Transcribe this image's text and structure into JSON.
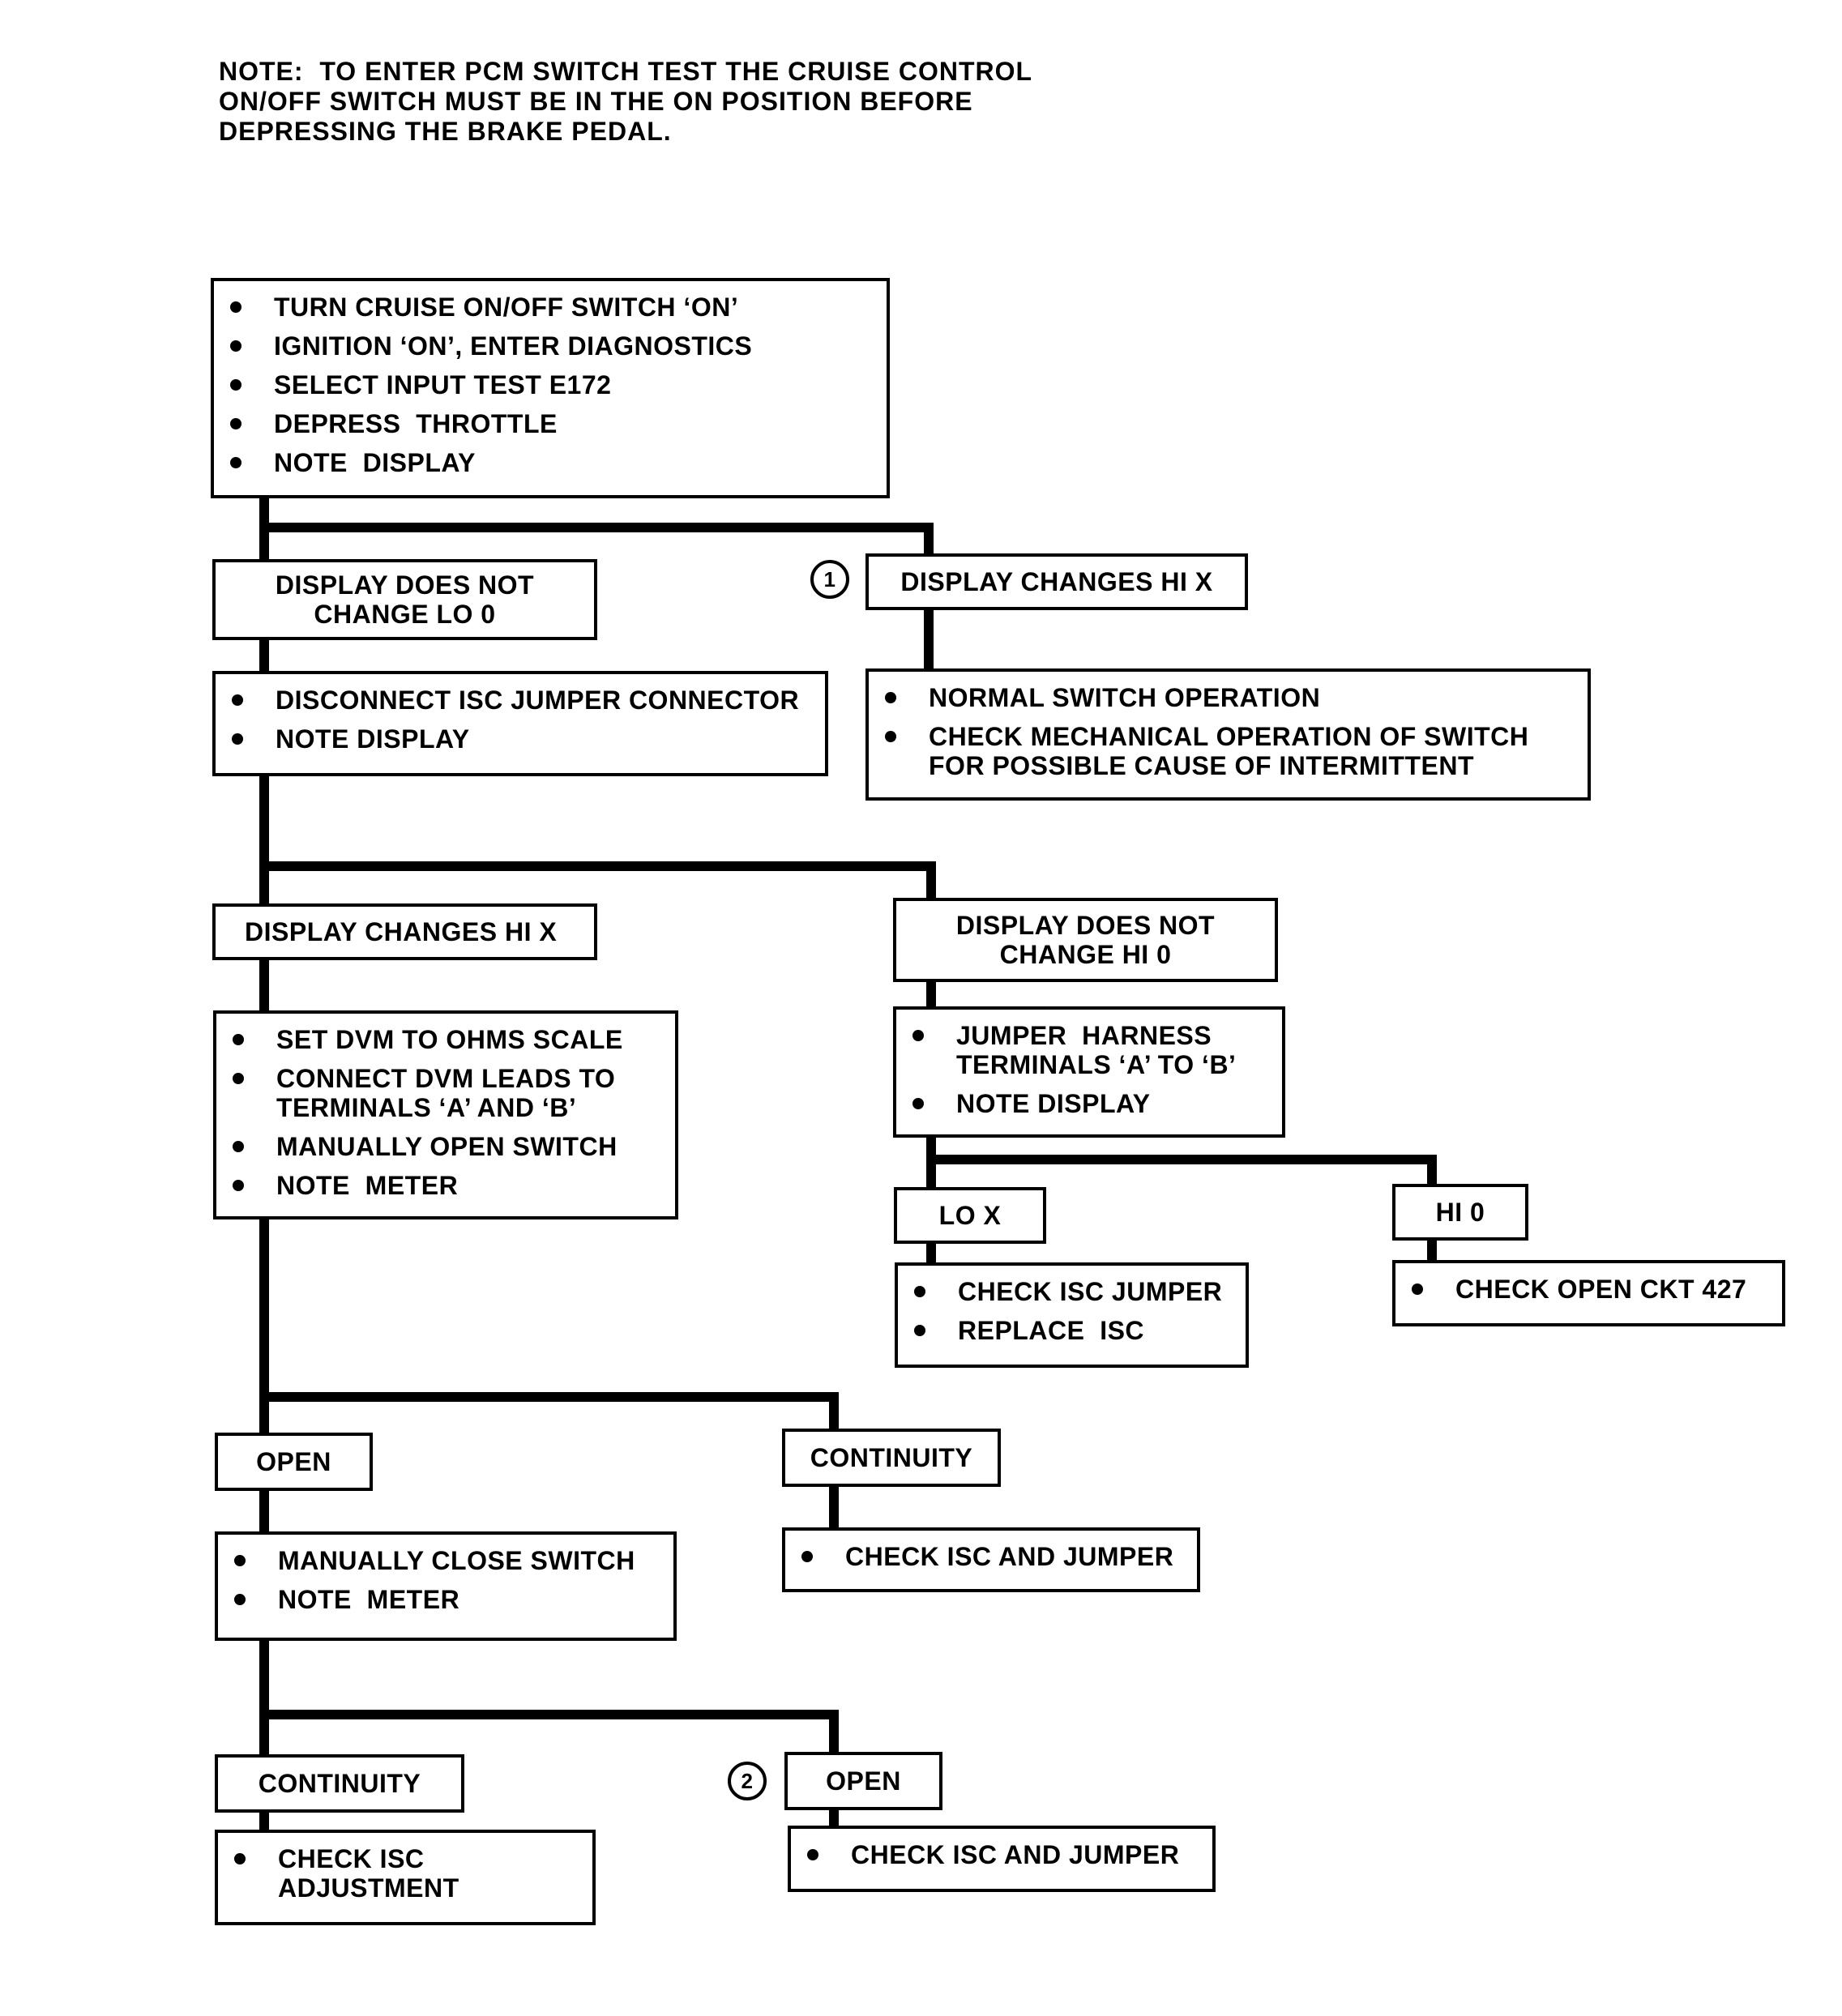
{
  "note": {
    "lines": [
      "NOTE:  TO ENTER PCM SWITCH TEST THE CRUISE CONTROL",
      "ON/OFF SWITCH MUST BE IN THE ON POSITION BEFORE",
      "DEPRESSING THE BRAKE PEDAL."
    ]
  },
  "nodes": {
    "start": {
      "items": [
        "TURN CRUISE ON/OFF SWITCH ‘ON’",
        "IGNITION ‘ON’, ENTER DIAGNOSTICS",
        "SELECT INPUT TEST E172",
        "DEPRESS  THROTTLE",
        "NOTE  DISPLAY"
      ]
    },
    "no_change_lo0": {
      "label": "DISPLAY DOES NOT\nCHANGE LO 0"
    },
    "changes_hix_1": {
      "label": "DISPLAY CHANGES HI X",
      "marker": "1"
    },
    "disconnect": {
      "items": [
        "DISCONNECT ISC JUMPER CONNECTOR",
        "NOTE DISPLAY"
      ]
    },
    "normal_op": {
      "items": [
        "NORMAL SWITCH OPERATION",
        "CHECK MECHANICAL OPERATION OF SWITCH\nFOR POSSIBLE CAUSE OF INTERMITTENT"
      ]
    },
    "changes_hix_2": {
      "label": "DISPLAY CHANGES HI X"
    },
    "no_change_hi0": {
      "label": "DISPLAY DOES NOT\nCHANGE HI 0"
    },
    "dvm": {
      "items": [
        "SET DVM TO OHMS SCALE",
        "CONNECT DVM LEADS TO\nTERMINALS ‘A’ AND ‘B’",
        "MANUALLY OPEN SWITCH",
        "NOTE  METER"
      ]
    },
    "jumper_harness": {
      "items": [
        "JUMPER  HARNESS\nTERMINALS ‘A’ TO ‘B’",
        "NOTE DISPLAY"
      ]
    },
    "lox": {
      "label": "LO X"
    },
    "hi0": {
      "label": "HI 0"
    },
    "check_isc_jumper": {
      "items": [
        "CHECK ISC JUMPER",
        "REPLACE  ISC"
      ]
    },
    "check_open_ckt": {
      "items": [
        "CHECK OPEN CKT 427"
      ]
    },
    "open_1": {
      "label": "OPEN"
    },
    "continuity_1": {
      "label": "CONTINUITY"
    },
    "close_switch": {
      "items": [
        "MANUALLY CLOSE SWITCH",
        "NOTE  METER"
      ]
    },
    "check_isc_and_jumper_1": {
      "items": [
        "CHECK ISC AND JUMPER"
      ]
    },
    "continuity_2": {
      "label": "CONTINUITY"
    },
    "open_2": {
      "label": "OPEN",
      "marker": "2"
    },
    "check_isc_adjust": {
      "items": [
        "CHECK ISC\nADJUSTMENT"
      ]
    },
    "check_isc_and_jumper_2": {
      "items": [
        "CHECK ISC AND JUMPER"
      ]
    }
  }
}
